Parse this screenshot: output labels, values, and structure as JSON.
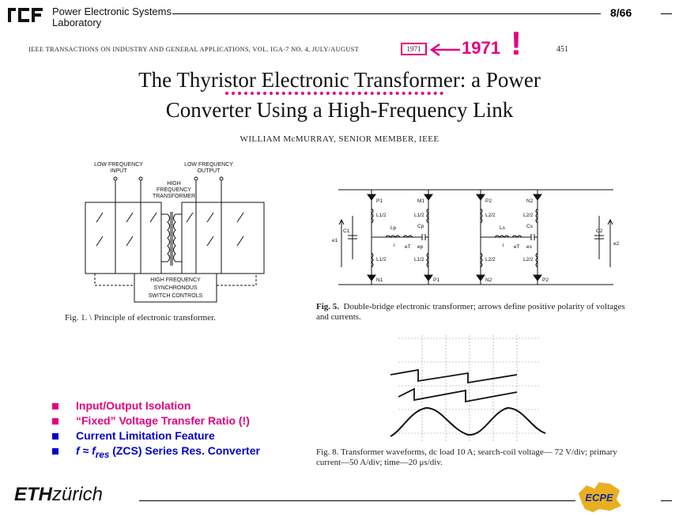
{
  "header": {
    "lab_name_line1": "Power Electronic Systems",
    "lab_name_line2": "Laboratory",
    "page_number": "8/66"
  },
  "paper": {
    "journal_line": "IEEE TRANSACTIONS ON INDUSTRY AND GENERAL APPLICATIONS, VOL. IGA-7 NO. 4, JULY/AUGUST",
    "journal_year": "1971",
    "original_page": "451",
    "title_line1": "The Thyristor Electronic Transformer: a Power",
    "title_line2": "Converter Using a High-Frequency Link",
    "author": "WILLIAM McMURRAY, SENIOR MEMBER, IEEE"
  },
  "annotation": {
    "year_callout": "1971",
    "exclaim": "!"
  },
  "figures": {
    "fig1": {
      "label_lf_input_1": "LOW FREQUENCY",
      "label_lf_input_2": "INPUT",
      "label_lf_output_1": "LOW FREQUENCY",
      "label_lf_output_2": "OUTPUT",
      "label_hf_1": "HIGH",
      "label_hf_2": "FREQUENCY",
      "label_hf_3": "TRANSFORMER",
      "label_ctrl_1": "HIGH FREQUENCY",
      "label_ctrl_2": "SYNCHRONOUS",
      "label_ctrl_3": "SWITCH CONTROLS",
      "caption": "Fig. 1. \\ Principle of electronic transformer."
    },
    "fig5": {
      "caption_label": "Fig. 5.",
      "caption_text": "Double-bridge electronic transformer; arrows define positive polarity of voltages and currents.",
      "labels": {
        "e1": "e1",
        "e2": "e2",
        "c1": "C1",
        "c2": "C2",
        "p1": "P1",
        "m1": "M1",
        "n1": "N1",
        "p1b": "P1",
        "p2": "P2",
        "n2": "N2",
        "n2b": "N2",
        "p2b": "P2",
        "l1a": "L1/2",
        "l1b": "L1/2",
        "l1c": "L1/2",
        "l1d": "L1/2",
        "l2a": "L2/2",
        "l2b": "L2/2",
        "l2c": "L2/2",
        "l2d": "L2/2",
        "lp": "Lp",
        "ls": "Ls",
        "cp": "Cp",
        "cs": "Cs",
        "i1": "i",
        "i2": "i",
        "et1": "eT",
        "et2": "eT",
        "ep": "ep",
        "es": "es"
      }
    },
    "fig8": {
      "caption": "Fig. 8.   Transformer waveforms, dc load 10 A; search-coil voltage— 72 V/div; primary current—50 A/div; time—20 μs/div."
    }
  },
  "bullets": [
    {
      "text": "Input/Output Isolation",
      "color": "#e4007c"
    },
    {
      "text": "“Fixed” Voltage Transfer Ratio (!)",
      "color": "#e4007c"
    },
    {
      "text": "Current Limitation Feature",
      "color": "#0000cc"
    },
    {
      "prefix": "f ≈ f",
      "subscript": "res",
      "suffix": " (ZCS) Series Res. Converter",
      "color": "#0000cc"
    }
  ],
  "footer": {
    "eth_bold": "ETH",
    "eth_light": "zürich",
    "ecpe_text": "ECPE"
  },
  "colors": {
    "accent_magenta": "#e4007c",
    "accent_blue": "#0000cc",
    "ecpe_gold": "#e8b020"
  }
}
